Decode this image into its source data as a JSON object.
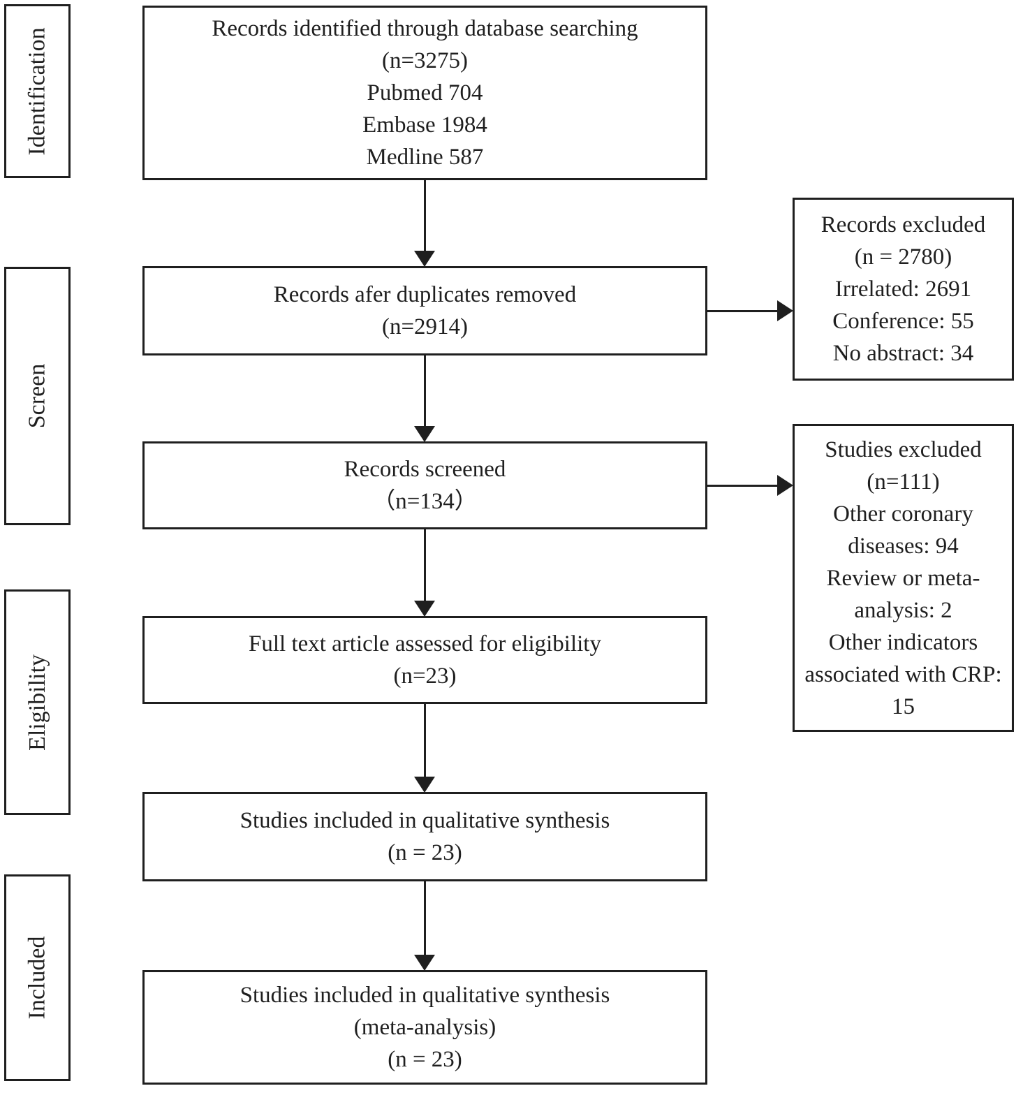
{
  "figure": {
    "kind": "prisma-flow-diagram",
    "colors": {
      "line": "#1f1f1f",
      "text": "#1f1f1f",
      "background": "#ffffff"
    }
  },
  "stage_labels": [
    {
      "label": "Identification"
    },
    {
      "label": "Screen"
    },
    {
      "label": "Eligibility"
    },
    {
      "label": "Included"
    }
  ],
  "flow_boxes": [
    {
      "lines": [
        "Records identified through database searching",
        "(n=3275)",
        "Pubmed 704",
        "Embase 1984",
        "Medline 587"
      ]
    },
    {
      "lines": [
        "Records afer duplicates removed",
        "(n=2914)"
      ]
    },
    {
      "lines": [
        "Records screened",
        "（n=134）"
      ]
    },
    {
      "lines": [
        "Full text article assessed for eligibility",
        "(n=23)"
      ]
    },
    {
      "lines": [
        "Studies included in qualitative synthesis",
        "(n = 23)"
      ]
    },
    {
      "lines": [
        "Studies included in qualitative synthesis",
        "(meta-analysis)",
        "(n = 23)"
      ]
    }
  ],
  "exclusion_boxes": [
    {
      "lines": [
        "Records excluded",
        "(n = 2780)",
        "Irrelated: 2691",
        "Conference: 55",
        "No abstract: 34"
      ]
    },
    {
      "lines": [
        "Studies excluded",
        "(n=111)",
        "Other coronary diseases: 94",
        "Review or meta-analysis: 2",
        "Other indicators associated with CRP: 15"
      ]
    }
  ]
}
